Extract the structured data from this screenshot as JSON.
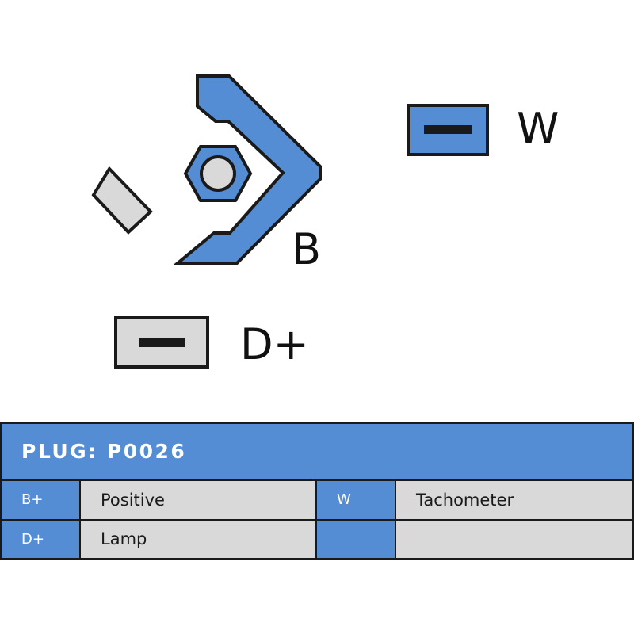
{
  "terminals": {
    "w_label": "W",
    "b_label": "B",
    "dplus_label": "D+"
  },
  "plug": {
    "title": "PLUG: P0026",
    "rows": [
      {
        "code_left": "B+",
        "desc_left": "Positive",
        "code_right": "W",
        "desc_right": "Tachometer"
      },
      {
        "code_left": "D+",
        "desc_left": "Lamp",
        "code_right": "",
        "desc_right": ""
      }
    ]
  },
  "colors": {
    "terminal_blue": "#548dd4",
    "terminal_grey": "#d9d9d9",
    "outline": "#1a1a1a"
  }
}
